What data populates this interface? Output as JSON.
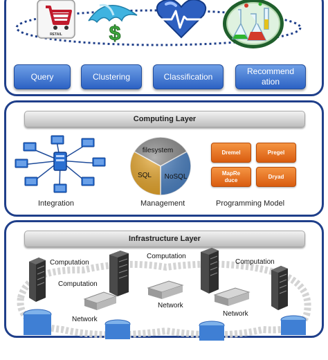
{
  "top": {
    "retail_text": "RETAIL",
    "icons": [
      "shopping-cart-icon",
      "umbrella-dollar-icon",
      "heart-monitor-icon",
      "science-flask-icon"
    ],
    "ml_buttons": [
      {
        "label": "Query"
      },
      {
        "label": "Clustering"
      },
      {
        "label": "Classification"
      },
      {
        "label": "Recommend\nation"
      }
    ],
    "colors": {
      "button": "#3a73d4",
      "border": "#1f3f8a"
    }
  },
  "computing": {
    "title": "Computing Layer",
    "integration_caption": "Integration",
    "management_caption": "Management",
    "programming_caption": "Programming Model",
    "pie_labels": {
      "filesystem": "filesystem",
      "sql": "SQL",
      "nosql": "NoSQL"
    },
    "pie_colors": {
      "filesystem": "#8a8a8a",
      "sql": "#e7a62a",
      "nosql": "#4d83c4"
    },
    "programming_buttons": [
      {
        "label": "Dremel"
      },
      {
        "label": "Pregel"
      },
      {
        "label": "MapRe\nduce"
      },
      {
        "label": "Dryad"
      }
    ],
    "button_color": "#e8731e"
  },
  "infrastructure": {
    "title": "Infrastructure Layer",
    "labels": {
      "comp1": "Computation",
      "comp2": "Computation",
      "comp3": "Computation",
      "comp4": "Computation",
      "net1": "Network",
      "net2": "Network",
      "net3": "Network"
    }
  }
}
